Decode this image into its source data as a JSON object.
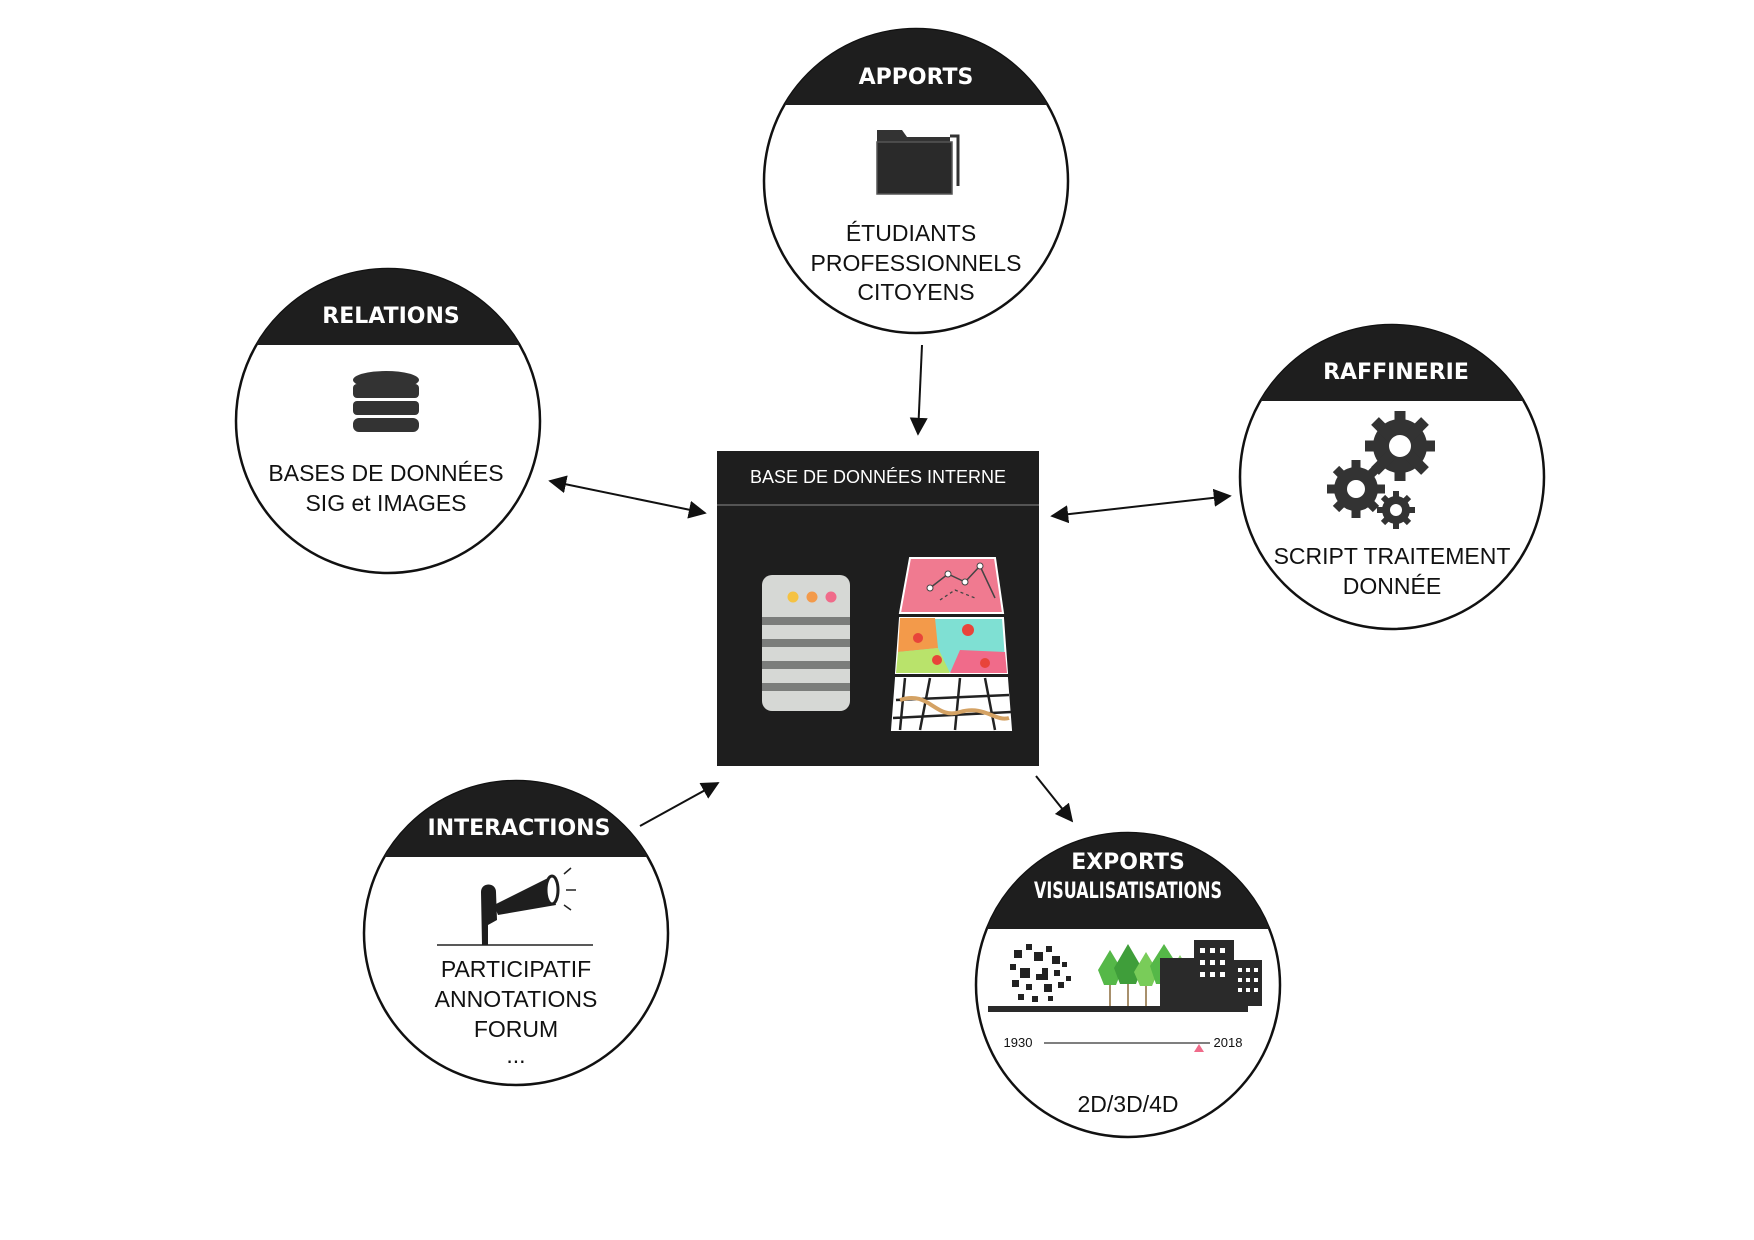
{
  "hub": {
    "title": "BASE DE DONNÉES INTERNE"
  },
  "nodes": {
    "apports": {
      "title": "APPORTS",
      "lines": [
        "ÉTUDIANTS",
        "PROFESSIONNELS",
        "CITOYENS"
      ]
    },
    "relations": {
      "title": "RELATIONS",
      "lines": [
        "BASES DE DONNÉES",
        "SIG et IMAGES"
      ]
    },
    "raffinerie": {
      "title": "RAFFINERIE",
      "lines": [
        "SCRIPT TRAITEMENT",
        "DONNÉE"
      ]
    },
    "interactions": {
      "title": "INTERACTIONS",
      "lines": [
        "PARTICIPATIF",
        "ANNOTATIONS",
        "FORUM",
        "..."
      ]
    },
    "exports": {
      "title_lines": [
        "EXPORTS",
        "VISUALISATISATIONS"
      ],
      "timeline_start": "1930",
      "timeline_end": "2018",
      "caption": "2D/3D/4D"
    }
  },
  "icons": {
    "apports": "folder-icon",
    "relations": "database-icon",
    "raffinerie": "gears-icon",
    "interactions": "megaphone-person-icon",
    "exports": "city-trees-icon",
    "hub_left": "server-icon",
    "hub_right": "map-layers-icon"
  },
  "colors": {
    "dark": "#1e1e1e",
    "accent_pink": "#f06b8a",
    "accent_orange": "#f39a4a",
    "accent_yellow": "#f5c242",
    "map_green": "#b9e36b",
    "map_teal": "#7fe0d3",
    "tree_green": "#55b848"
  }
}
